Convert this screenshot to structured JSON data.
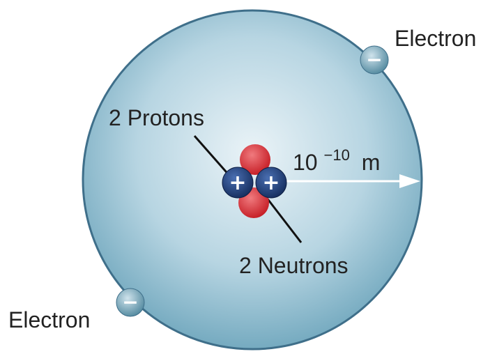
{
  "labels": {
    "electron_top": "Electron",
    "electron_bottom": "Electron",
    "protons": "2 Protons",
    "neutrons": "2 Neutrons",
    "radius_base": "10",
    "radius_exponent": "−10",
    "radius_unit": "m"
  },
  "particles": {
    "electron_symbol": "−",
    "proton_symbol": "+"
  },
  "colors": {
    "atom_fill_center": "#e8f2f6",
    "atom_fill_edge": "#6aa3ba",
    "atom_outline": "#3f6f8a",
    "electron": "#5f95ab",
    "proton": "#1c3d78",
    "neutron": "#d8262c",
    "arrow": "#ffffff",
    "text": "#222222"
  }
}
